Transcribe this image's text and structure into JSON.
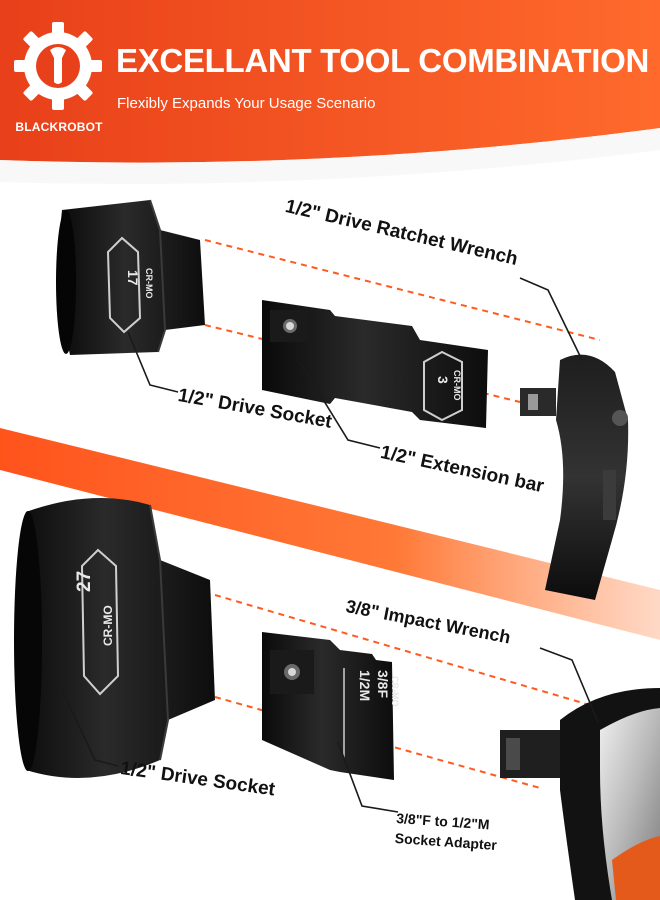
{
  "brand": {
    "name": "BLACKROBOT",
    "colors": {
      "orange": "#f0501e",
      "orange_light": "#ff7a3a",
      "white": "#ffffff",
      "tool_black": "#151515"
    }
  },
  "header": {
    "title": "EXCELLANT TOOL COMBINATION",
    "subtitle": "Flexibly Expands Your Usage Scenario"
  },
  "combo_1": {
    "socket_label": "1/2\" Drive Socket",
    "extension_label": "1/2\" Extension bar",
    "wrench_label": "1/2\" Drive Ratchet Wrench",
    "socket_marks": {
      "size": "17",
      "material": "CR-MO"
    },
    "extension_marks": {
      "size": "3",
      "material": "CR-MO"
    }
  },
  "combo_2": {
    "socket_label": "1/2\" Drive Socket",
    "wrench_label": "3/8\" Impact Wrench",
    "adapter_label": [
      "3/8\"F to 1/2\"M",
      "Socket Adapter"
    ],
    "socket_marks": {
      "size": "27",
      "material": "CR-MO"
    },
    "adapter_marks": {
      "male": "1/2M",
      "female": "3/8F",
      "material": "CR-MO"
    }
  },
  "icons": [
    "gear-wrench-logo-icon"
  ]
}
